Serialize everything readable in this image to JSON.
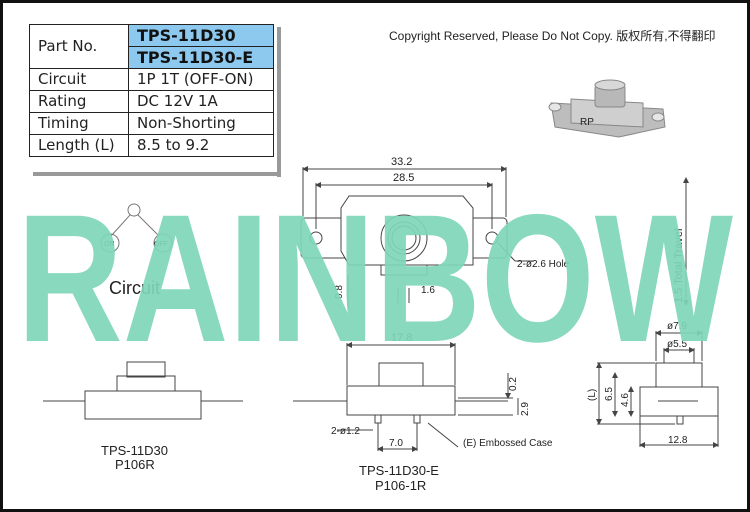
{
  "table": {
    "rows": [
      {
        "label": "Part No.",
        "values": [
          "TPS-11D30",
          "TPS-11D30-E"
        ]
      },
      {
        "label": "Circuit",
        "values": [
          "1P 1T (OFF-ON)"
        ]
      },
      {
        "label": "Rating",
        "values": [
          "DC 12V 1A"
        ]
      },
      {
        "label": "Timing",
        "values": [
          "Non-Shorting"
        ]
      },
      {
        "label": "Length (L)",
        "values": [
          "8.5 to 9.2"
        ]
      }
    ]
  },
  "copyright": "Copyright Reserved, Please Do Not Copy. 版权所有,不得翻印",
  "watermark": "RAINBOW",
  "circuit": {
    "label": "Circuit",
    "on": "ON",
    "off": "OFF"
  },
  "top_view": {
    "dim_overall": "33.2",
    "dim_inner": "28.5",
    "hole_note": "2-ø2.6 Hole",
    "dim_a": "0.8",
    "dim_b": "1.6",
    "total_travel": "1.5 Total Travel"
  },
  "left_view": {
    "model": "TPS-11D30",
    "code": "P106R"
  },
  "mid_view": {
    "dim_width": "17.8",
    "dim_a": "0.2",
    "dim_b": "2.9",
    "pin_note": "2-ø1.2",
    "pin_pitch": "7.0",
    "case_note": "(E) Embossed Case",
    "model": "TPS-11D30-E",
    "code": "P106-1R"
  },
  "right_view": {
    "dim_top1": "ø7.9",
    "dim_top2": "ø5.5",
    "dim_L": "(L)",
    "dim_h1": "6.5",
    "dim_h2": "4.6",
    "dim_base": "12.8"
  },
  "photo_logo": "RP",
  "colors": {
    "model_cell": "#8dc9ef",
    "watermark": "#7fd6b8",
    "line": "#444444"
  }
}
